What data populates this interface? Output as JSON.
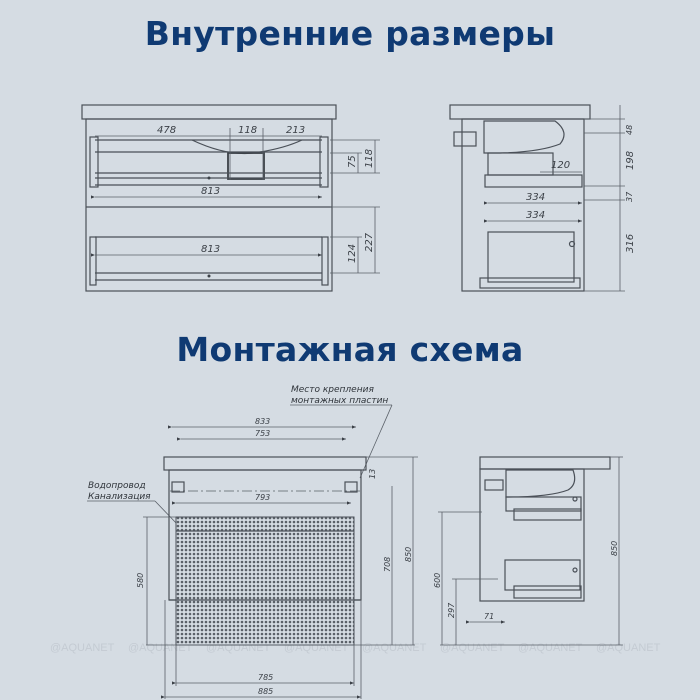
{
  "titles": {
    "internal": "Внутренние размеры",
    "mounting": "Монтажная схема"
  },
  "colors": {
    "background": "#d5dce3",
    "title": "#0f3a73",
    "lines": "#4a5058"
  },
  "internal_front": {
    "top_widths": [
      "478",
      "118",
      "213"
    ],
    "drawer1_width": "813",
    "drawer2_width": "813",
    "heights_right": [
      "75",
      "118"
    ],
    "lower_heights": [
      "124",
      "227"
    ]
  },
  "internal_side": {
    "depth_upper_small": "120",
    "depth_upper": "334",
    "depth_lower": "334",
    "heights": [
      "48",
      "198",
      "37",
      "316"
    ]
  },
  "mounting_front": {
    "note_plates_line1": "Место крепления",
    "note_plates_line2": "монтажных пластин",
    "note_pipes_line1": "Водопровод",
    "note_pipes_line2": "Канализация",
    "width_833": "833",
    "width_753": "753",
    "width_793": "793",
    "width_785": "785",
    "width_885": "885",
    "height_13": "13",
    "height_580": "580",
    "height_708": "708",
    "height_850": "850"
  },
  "mounting_side": {
    "height_850": "850",
    "height_600": "600",
    "height_297": "297",
    "offset_71": "71"
  },
  "watermark": "@AQUANET"
}
